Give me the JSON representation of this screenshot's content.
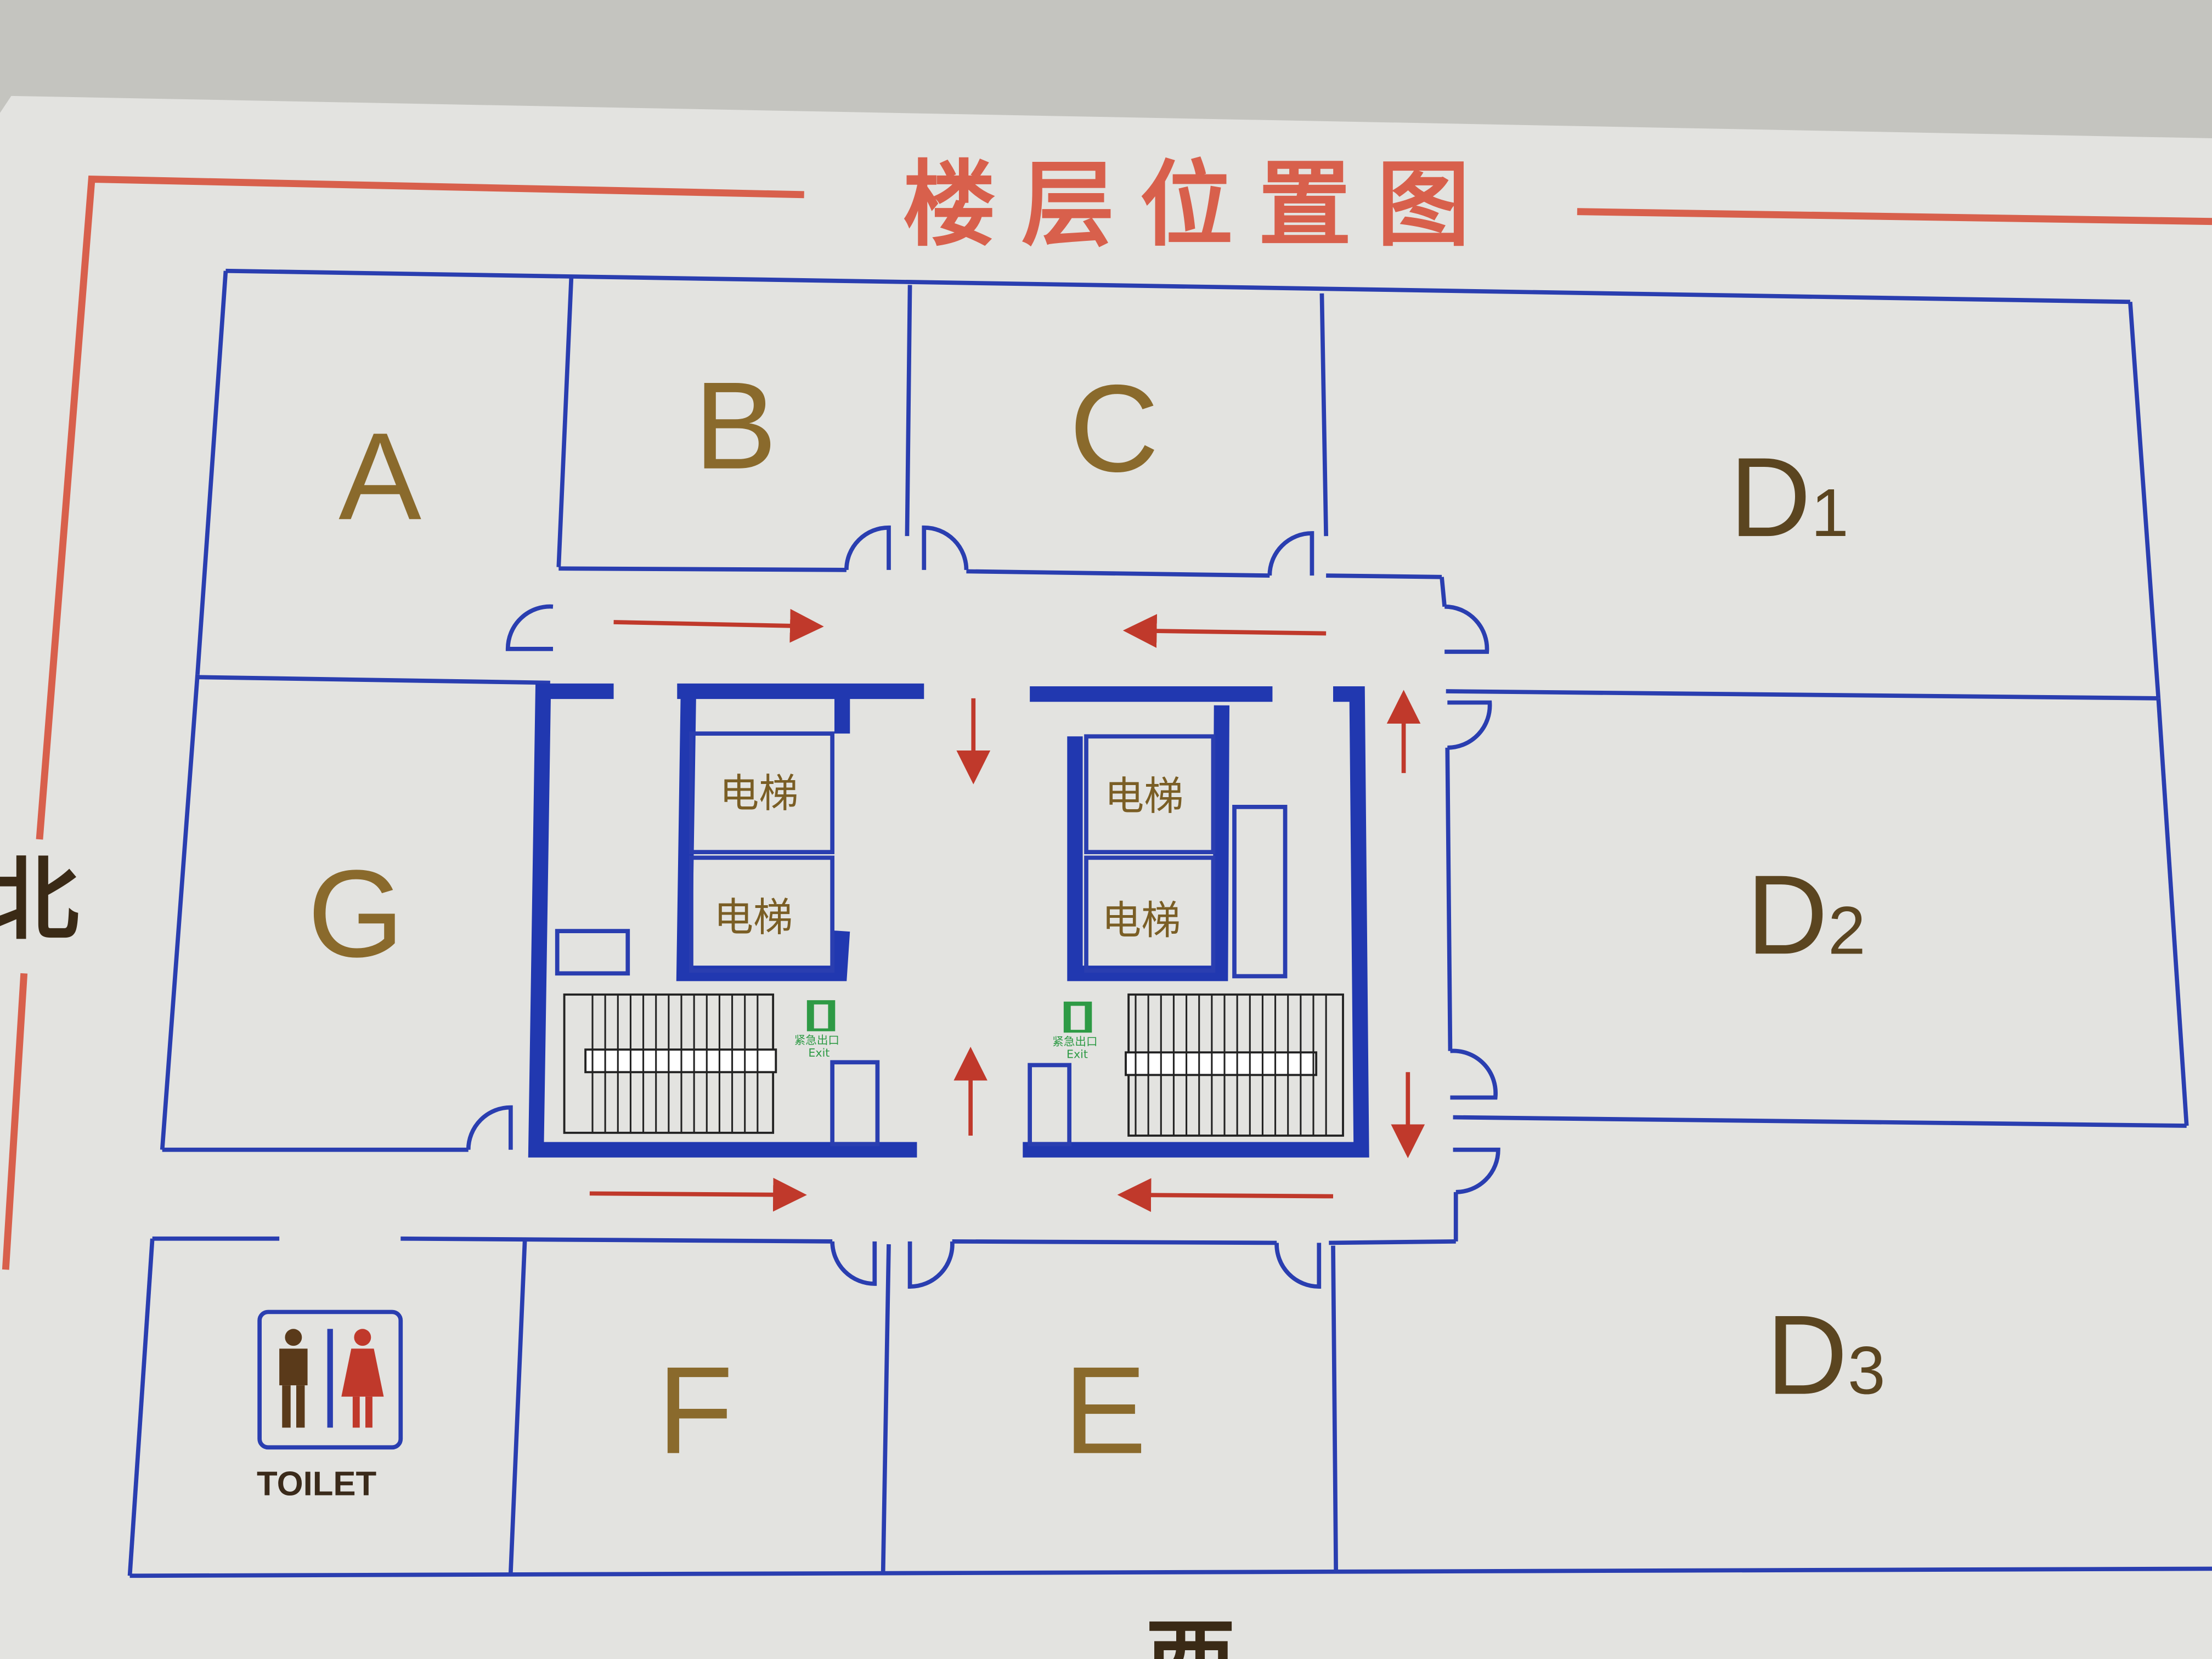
{
  "sign": {
    "title": "楼层位置图",
    "north_label": "北",
    "west_label": "西",
    "colors": {
      "frame": "#d8604c",
      "walls": "#2a3eb0",
      "arrows": "#c0392b",
      "letters": "#8a6a2c",
      "exit": "#2e9a45"
    },
    "rooms": {
      "a": "A",
      "b": "B",
      "c": "C",
      "d1": "D",
      "d1_sub": "1",
      "d2": "D",
      "d2_sub": "2",
      "d3": "D",
      "d3_sub": "3",
      "e": "E",
      "f": "F",
      "g": "G"
    },
    "elevators": [
      "电梯",
      "电梯",
      "电梯",
      "电梯"
    ],
    "exits": [
      {
        "cn": "紧急出口",
        "en": "Exit",
        "icon": "running-man-exit-icon"
      },
      {
        "cn": "紧急出口",
        "en": "Exit",
        "icon": "running-man-exit-icon"
      }
    ],
    "toilet": {
      "label": "TOILET",
      "icon": "male-female-toilet-icon"
    }
  }
}
